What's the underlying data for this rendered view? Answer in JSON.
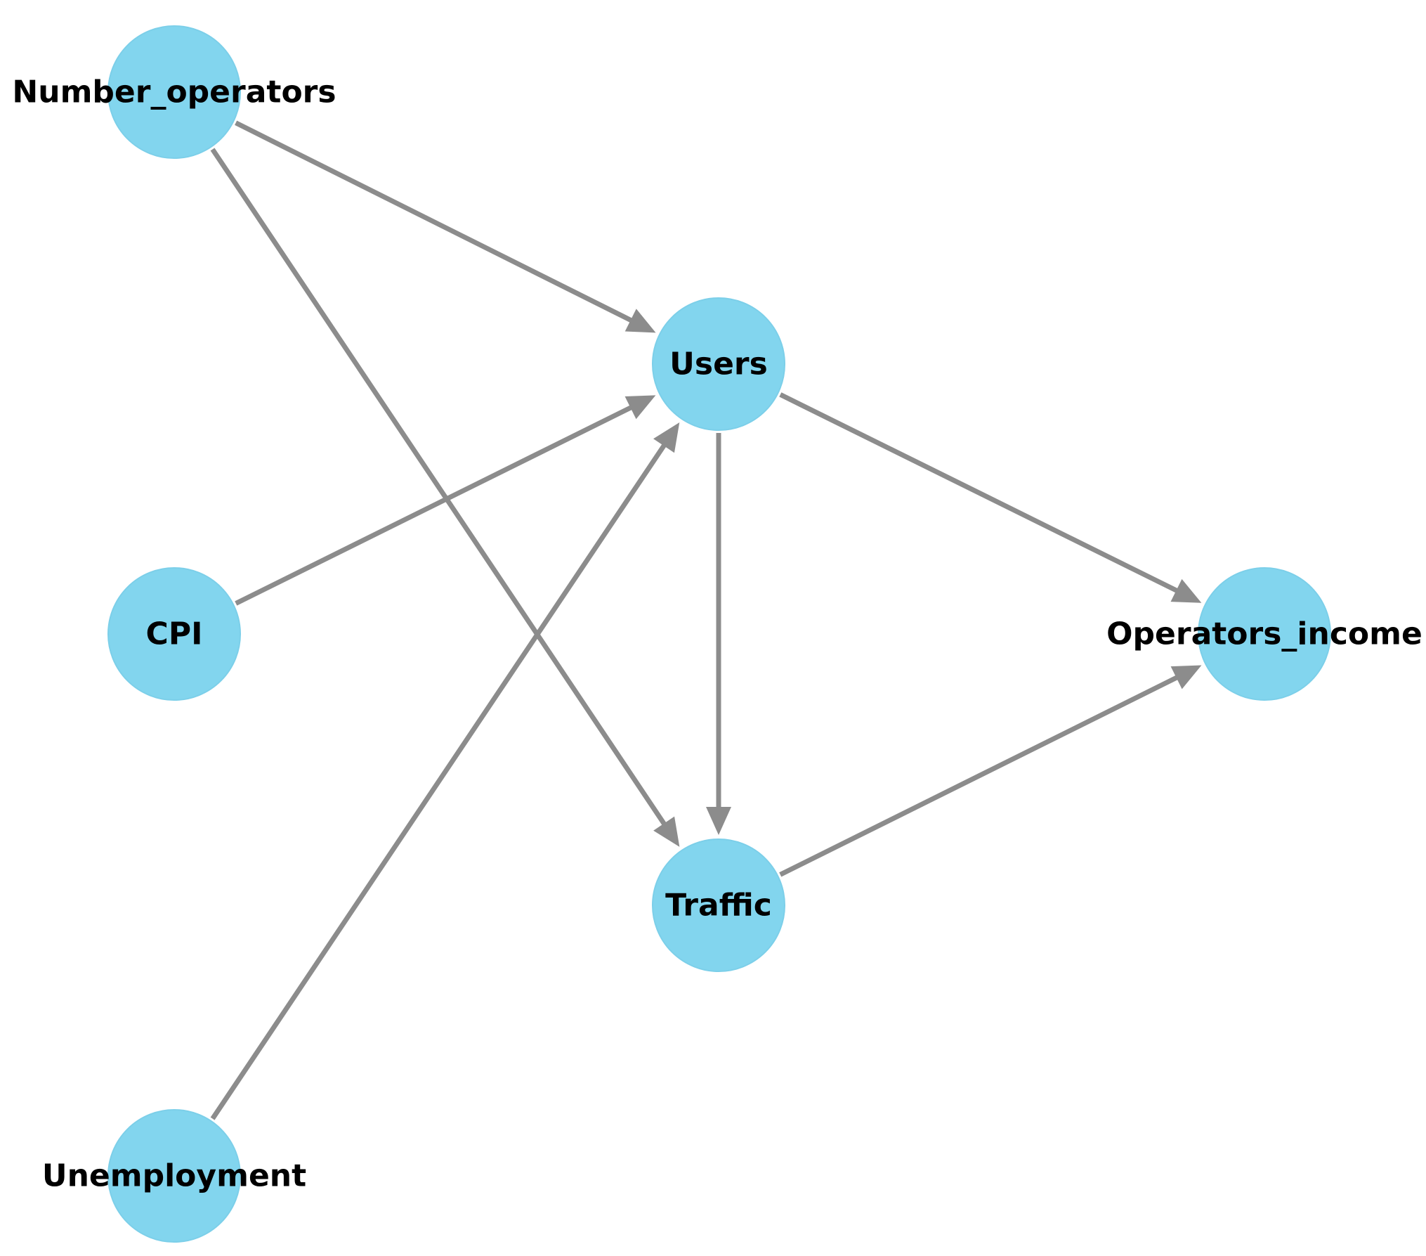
{
  "graph": {
    "type": "directed-graph",
    "node_color": "#82d5ee",
    "edge_color": "#8c8c8c",
    "nodes": [
      {
        "id": "Number_operators",
        "label": "Number_operators"
      },
      {
        "id": "Users",
        "label": "Users"
      },
      {
        "id": "CPI",
        "label": "CPI"
      },
      {
        "id": "Operators_income",
        "label": "Operators_income"
      },
      {
        "id": "Traffic",
        "label": "Traffic"
      },
      {
        "id": "Unemployment",
        "label": "Unemployment"
      }
    ],
    "edges": [
      {
        "from": "Number_operators",
        "to": "Users"
      },
      {
        "from": "Number_operators",
        "to": "Traffic"
      },
      {
        "from": "CPI",
        "to": "Users"
      },
      {
        "from": "Unemployment",
        "to": "Users"
      },
      {
        "from": "Users",
        "to": "Traffic"
      },
      {
        "from": "Users",
        "to": "Operators_income"
      },
      {
        "from": "Traffic",
        "to": "Operators_income"
      }
    ]
  }
}
